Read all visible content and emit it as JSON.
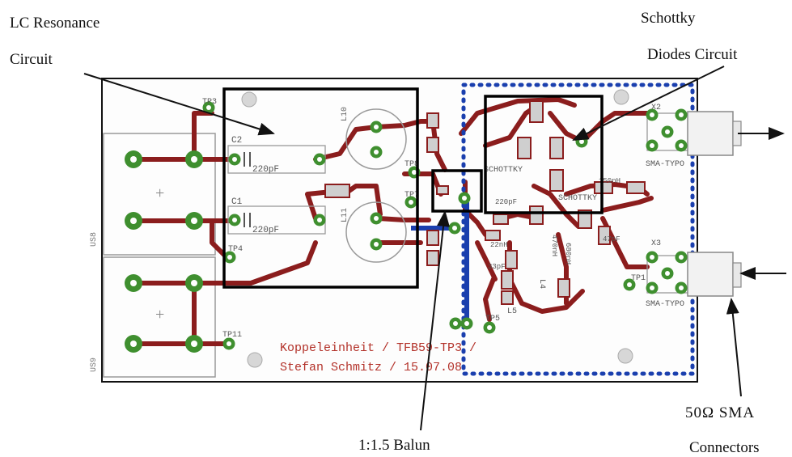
{
  "annotations": {
    "lc_line1": "LC Resonance",
    "lc_line2": "Circuit",
    "schottky_line1": "Schottky",
    "schottky_line2": "Diodes Circuit",
    "balun": "1:1.5 Balun",
    "sma_line1": "50Ω  SMA",
    "sma_line2": "Connectors"
  },
  "pcb": {
    "credit_line1": "Koppeleinheit / TFB59-TP3 /",
    "credit_line2": "Stefan Schmitz / 15.07.08",
    "cap_c2_name": "C2",
    "cap_c2_value": "220pF",
    "cap_c1_name": "C1",
    "cap_c1_value": "220pF",
    "inductor_upper": "L10",
    "inductor_lower": "L11",
    "tp_top": "TP3",
    "tp_left": "TP4",
    "tp_bottom": "TP11",
    "tp_mid1": "TP8",
    "tp_mid2": "TP7",
    "schottky_label1": "SCHOTTKY",
    "schottky_label2": "SCHOTTKY",
    "connector_x2": "X2",
    "connector_x3": "X3",
    "sma_type1": "SMA-TYPO",
    "sma_type2": "SMA-TYPO",
    "us_upper": "US8",
    "us_lower": "US9",
    "inductor_l4": "L4",
    "inductor_l5": "L5",
    "tp5": "TP5",
    "tp1": "TP1",
    "val_1": "470nH",
    "val_2": "220pF",
    "val_3": "47pF",
    "val_4": "150nH",
    "val_5": "680nH",
    "val_6": "22nH",
    "val_7": "33pF"
  },
  "colors": {
    "trace": "#8b1d1d",
    "pad": "#3f8f2f",
    "via_blue": "#1a3fae",
    "highlight_box": "#000000",
    "board_outline": "#111111",
    "silkscreen": "#9a9a9a",
    "credit_text": "#b3322a"
  }
}
